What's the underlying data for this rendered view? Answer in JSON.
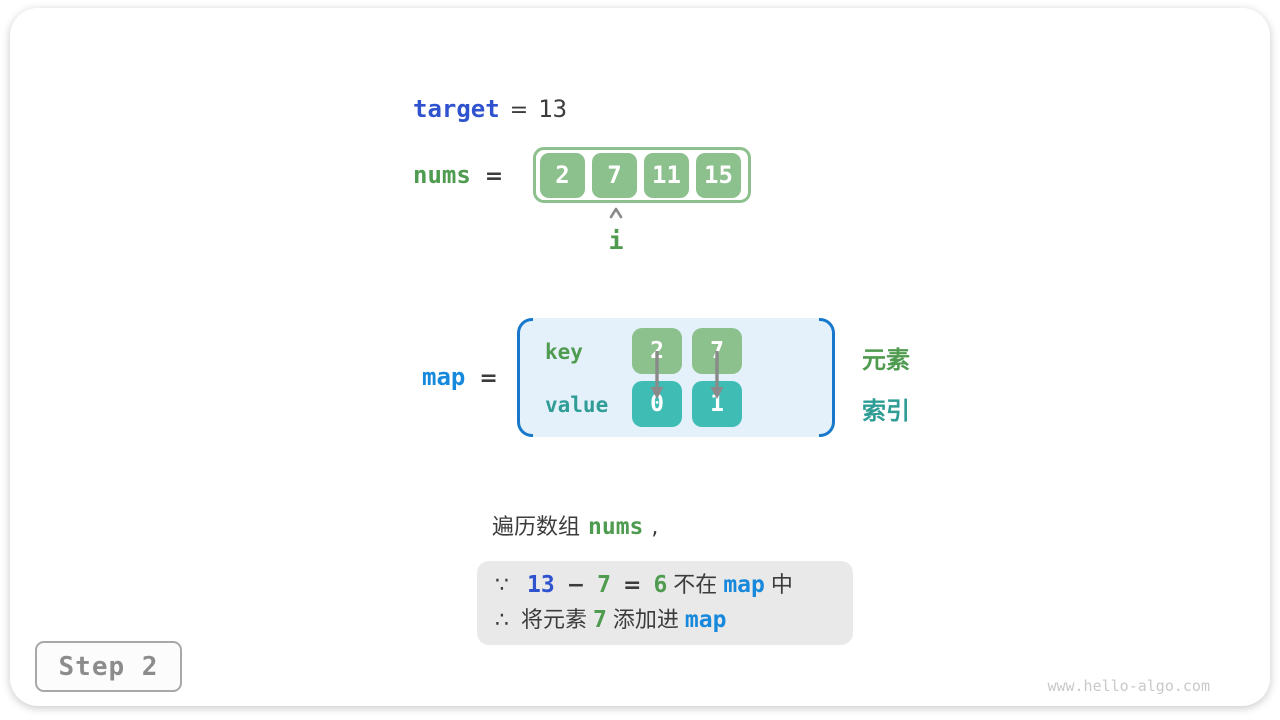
{
  "colors": {
    "royal_blue": "#2F52CE",
    "azure_blue": "#1789DC",
    "bracket_blue": "#1778CC",
    "green_fill": "#8CC08C",
    "green_text": "#4F9B4F",
    "teal_fill": "#3FBDB5",
    "teal_text": "#2F9D96",
    "dark_text": "#3C3C3C",
    "arrow_gray": "#8A8A8A",
    "map_bg": "#E4F1FB",
    "note_bg": "#E9E9E9",
    "step_gray": "#8C8C8C",
    "watermark_gray": "#C9C9C9"
  },
  "target": {
    "label": "target",
    "equals": "=",
    "value": "13"
  },
  "nums": {
    "label": "nums",
    "equals": "=",
    "cells": [
      "2",
      "7",
      "11",
      "15"
    ],
    "pointer": "i"
  },
  "map": {
    "label": "map",
    "equals": "=",
    "key_label": "key",
    "value_label": "value",
    "keys": [
      "2",
      "7"
    ],
    "values": [
      "0",
      "1"
    ],
    "element_label": "元素",
    "index_label": "索引"
  },
  "caption": {
    "prefix": "遍历数组",
    "code": "nums",
    "suffix": ","
  },
  "note": {
    "line1": {
      "because": "∵",
      "minuend": "13",
      "minus": "−",
      "subtrahend": "7",
      "equals": "=",
      "difference": "6",
      "not_in": "不在",
      "map_ref": "map",
      "suffix": "中"
    },
    "line2": {
      "therefore": "∴",
      "prefix": "将元素",
      "value": "7",
      "middle": "添加进",
      "map_ref": "map"
    }
  },
  "footer": {
    "step": "Step 2",
    "watermark": "www.hello-algo.com"
  }
}
